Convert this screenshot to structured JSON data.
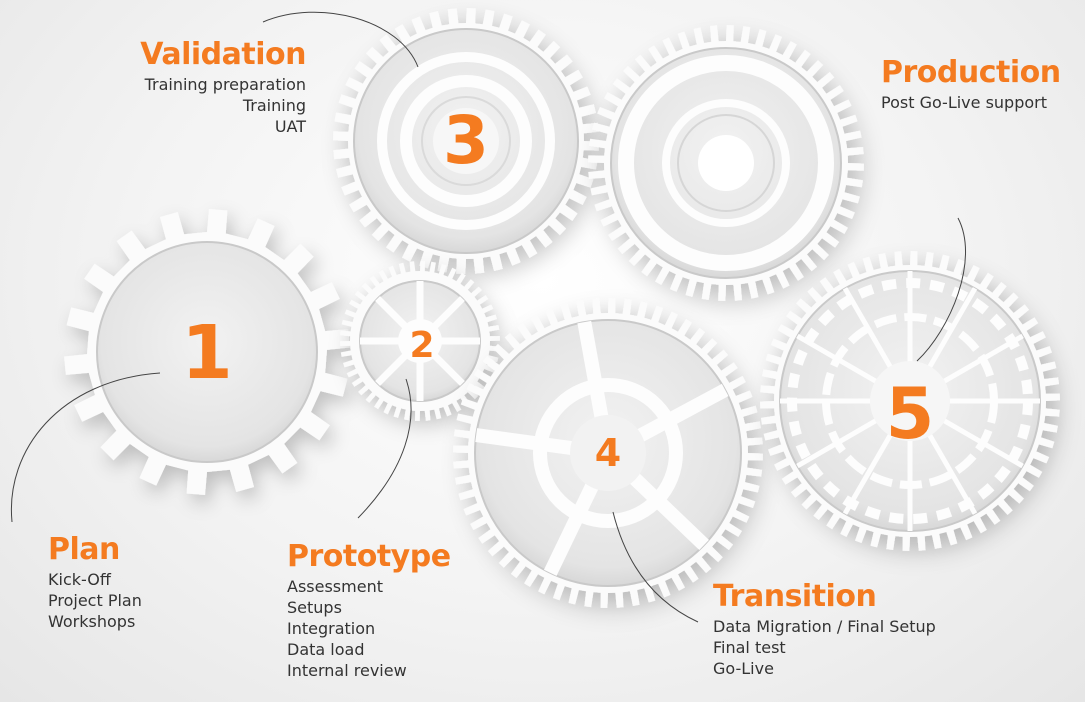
{
  "accent_color": "#f47b20",
  "text_color": "#333333",
  "gears": [
    {
      "number": "1"
    },
    {
      "number": "2"
    },
    {
      "number": "3"
    },
    {
      "number": "4"
    },
    {
      "number": "5"
    },
    {
      "number": ""
    }
  ],
  "phases": [
    {
      "title": "Plan",
      "items": [
        "Kick-Off",
        "Project Plan",
        "Workshops"
      ]
    },
    {
      "title": "Prototype",
      "items": [
        "Assessment",
        "Setups",
        "Integration",
        "Data load",
        "Internal review"
      ]
    },
    {
      "title": "Validation",
      "items": [
        "Training preparation",
        "Training",
        "UAT"
      ]
    },
    {
      "title": "Production",
      "items": [
        "Post Go-Live support"
      ]
    },
    {
      "title": "Transition",
      "items": [
        "Data Migration / Final Setup",
        "Final test",
        "Go-Live"
      ]
    }
  ]
}
